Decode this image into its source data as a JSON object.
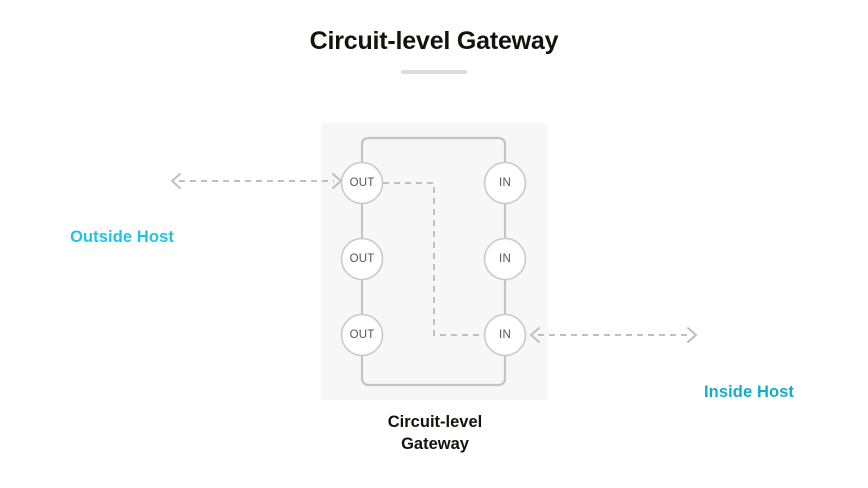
{
  "title": "Circuit-level Gateway",
  "colors": {
    "outside_host": "#1CC5E8",
    "inside_host": "#10AFC6",
    "gateway_panel": "#F7F7F7",
    "line": "#C4C4C4",
    "node_text": "#555555",
    "heading": "#14110F",
    "rule": "#DCDCDC"
  },
  "gateway": {
    "caption_line1": "Circuit-level",
    "caption_line2": "Gateway",
    "out_nodes": [
      {
        "label": "OUT"
      },
      {
        "label": "OUT"
      },
      {
        "label": "OUT"
      }
    ],
    "in_nodes": [
      {
        "label": "IN"
      },
      {
        "label": "IN"
      },
      {
        "label": "IN"
      }
    ]
  },
  "hosts": {
    "outside": {
      "label": "Outside Host",
      "icon": "desktop-monitor-icon"
    },
    "inside": {
      "label": "Inside Host",
      "icon": "desktop-monitor-icon"
    }
  },
  "connections": {
    "left_arrow": "double-headed-dashed-arrow",
    "right_arrow": "double-headed-dashed-arrow",
    "internal_circuit": "dashed-circuit-path"
  }
}
